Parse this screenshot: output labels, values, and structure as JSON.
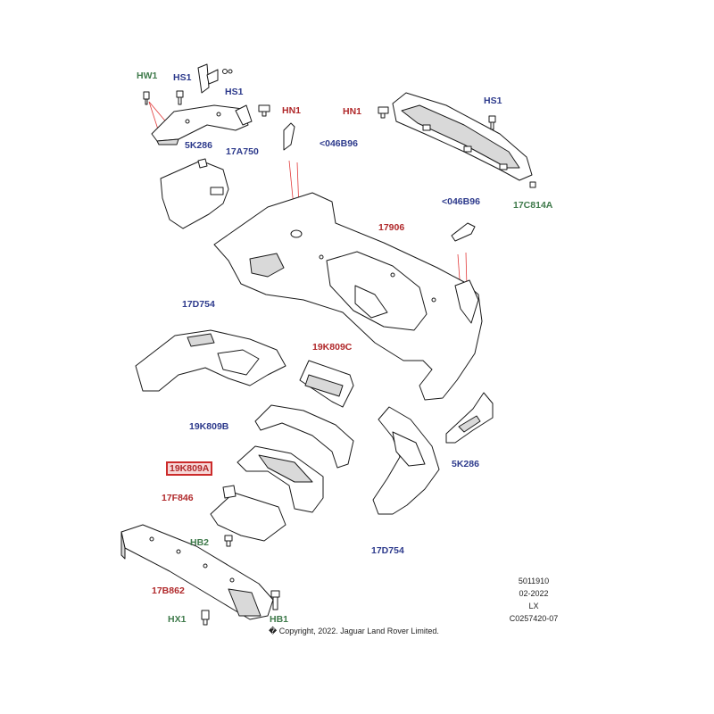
{
  "labels": {
    "hw1": "HW1",
    "hs1_a": "HS1",
    "hs1_b": "HS1",
    "hn1_a": "HN1",
    "k5286_a": "5K286",
    "a17a750": "17A750",
    "b046b96_a": "<046B96",
    "hn1_b": "HN1",
    "hs1_c": "HS1",
    "c17c814a": "17C814A",
    "b046b96_b": "<046B96",
    "p17906": "17906",
    "d17d754_a": "17D754",
    "k19k809c": "19K809C",
    "k19k809b": "19K809B",
    "k19k809a": "19K809A",
    "f17f846": "17F846",
    "hb2": "HB2",
    "d17d754_b": "17D754",
    "k5286_b": "5K286",
    "b17b862": "17B862",
    "hx1": "HX1",
    "hb1": "HB1"
  },
  "info": {
    "line1": "5011910",
    "line2": "02-2022",
    "line3": "LX",
    "line4": "C0257420-07"
  },
  "copyright": "� Copyright, 2022. Jaguar Land Rover Limited.",
  "colors": {
    "red": "#b0282a",
    "blue": "#2d3a8c",
    "green": "#3f7a4b",
    "highlight_border": "#cc2b2b"
  }
}
